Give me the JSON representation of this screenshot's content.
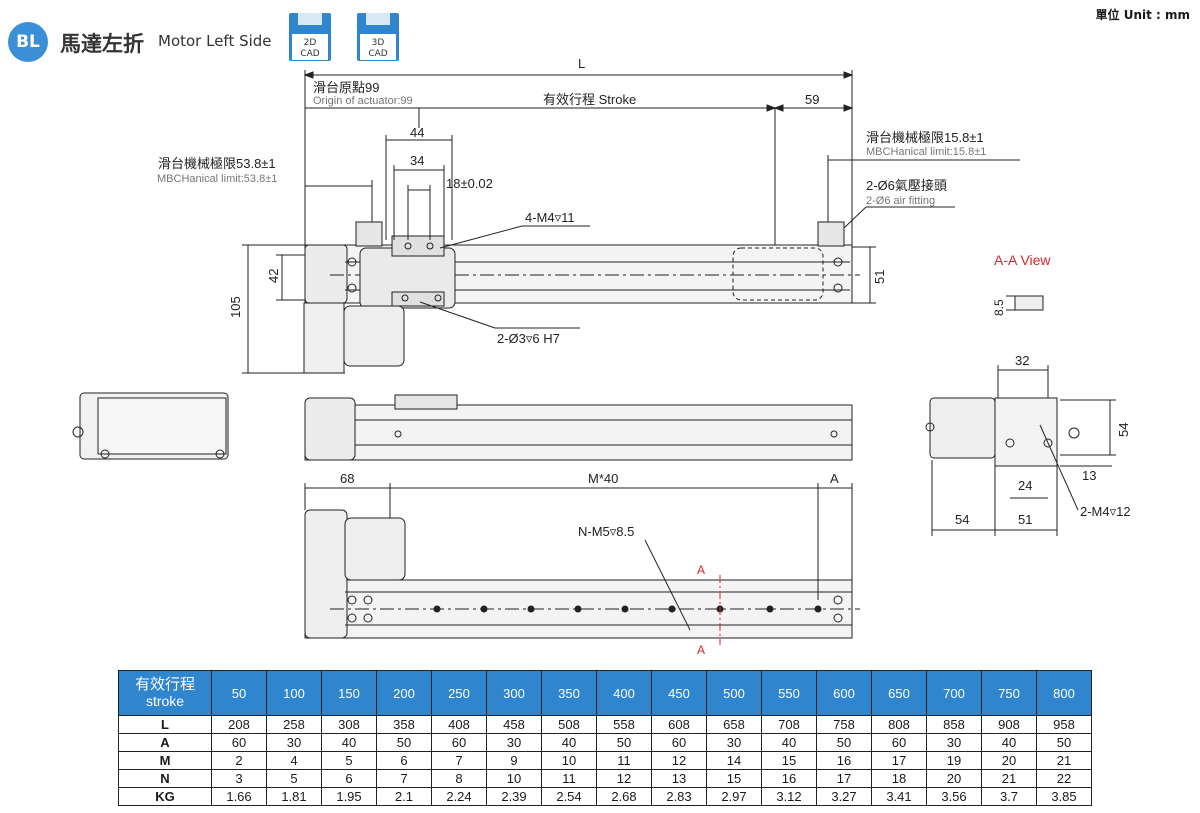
{
  "header": {
    "badge": "BL",
    "title_zh": "馬達左折",
    "title_en": "Motor Left Side",
    "cad_2d_top": "2D",
    "cad_2d_bottom": "CAD",
    "cad_3d_top": "3D",
    "cad_3d_bottom": "CAD",
    "unit": "單位 Unit : mm"
  },
  "labels": {
    "L": "L",
    "origin_zh": "滑台原點99",
    "origin_en": "Origin of actuator:99",
    "stroke": "有效行程 Stroke",
    "d59": "59",
    "d44": "44",
    "d34": "34",
    "d18": "18±0.02",
    "mech_left_zh": "滑台機械極限53.8±1",
    "mech_left_en": "MBCHanical limit:53.8±1",
    "mech_right_zh": "滑台機械極限15.8±1",
    "mech_right_en": "MBCHanical limit:15.8±1",
    "fitting_zh": "2-Ø6氣壓接頭",
    "fitting_en": "2-Ø6 air fitting",
    "m4": "4-M4▿11",
    "d42": "42",
    "d105": "105",
    "d51": "51",
    "pin": "2-Ø3▿6 H7",
    "aa_view": "A-A View",
    "d85": "8.5",
    "d32": "32",
    "d54v": "54",
    "d13": "13",
    "d24": "24",
    "d54h": "54",
    "d51b": "51",
    "m4b": "2-M4▿12",
    "d68": "68",
    "m40": "M*40",
    "A_dim": "A",
    "nm5": "N-M5▿8.5",
    "A_top": "A",
    "A_bottom": "A"
  },
  "colors": {
    "accent": "#2f86cf",
    "section_red": "#d8262b",
    "badge": "#3b8fd6"
  },
  "table": {
    "header_zh": "有效行程",
    "header_en": "stroke",
    "strokes": [
      "50",
      "100",
      "150",
      "200",
      "250",
      "300",
      "350",
      "400",
      "450",
      "500",
      "550",
      "600",
      "650",
      "700",
      "750",
      "800"
    ],
    "rows": [
      {
        "name": "L",
        "values": [
          "208",
          "258",
          "308",
          "358",
          "408",
          "458",
          "508",
          "558",
          "608",
          "658",
          "708",
          "758",
          "808",
          "858",
          "908",
          "958"
        ]
      },
      {
        "name": "A",
        "values": [
          "60",
          "30",
          "40",
          "50",
          "60",
          "30",
          "40",
          "50",
          "60",
          "30",
          "40",
          "50",
          "60",
          "30",
          "40",
          "50"
        ]
      },
      {
        "name": "M",
        "values": [
          "2",
          "4",
          "5",
          "6",
          "7",
          "9",
          "10",
          "11",
          "12",
          "14",
          "15",
          "16",
          "17",
          "19",
          "20",
          "21"
        ]
      },
      {
        "name": "N",
        "values": [
          "3",
          "5",
          "6",
          "7",
          "8",
          "10",
          "11",
          "12",
          "13",
          "15",
          "16",
          "17",
          "18",
          "20",
          "21",
          "22"
        ]
      },
      {
        "name": "KG",
        "values": [
          "1.66",
          "1.81",
          "1.95",
          "2.1",
          "2.24",
          "2.39",
          "2.54",
          "2.68",
          "2.83",
          "2.97",
          "3.12",
          "3.27",
          "3.41",
          "3.56",
          "3.7",
          "3.85"
        ]
      }
    ]
  }
}
